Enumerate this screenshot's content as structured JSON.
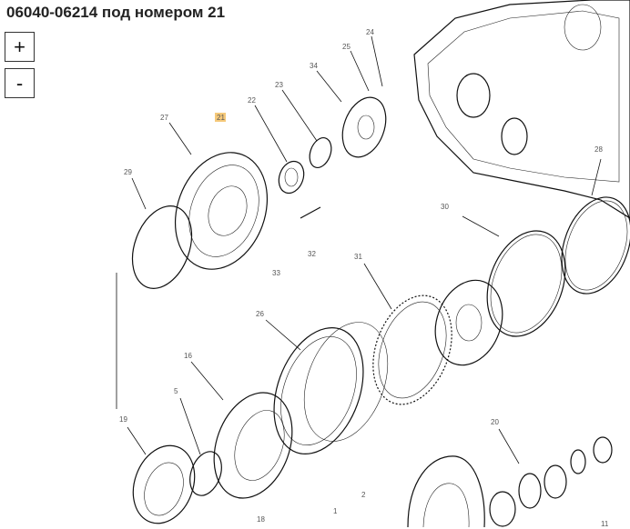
{
  "header": {
    "title": "06040-06214 под номером 21"
  },
  "zoom": {
    "in_label": "+",
    "out_label": "-"
  },
  "diagram": {
    "highlight_color": "#f5c97a",
    "selected": "21",
    "callouts": [
      "24",
      "25",
      "34",
      "23",
      "22",
      "21",
      "27",
      "29",
      "33",
      "32",
      "30",
      "28",
      "31",
      "26",
      "16",
      "5",
      "19",
      "20",
      "18",
      "2",
      "1",
      "11"
    ]
  }
}
